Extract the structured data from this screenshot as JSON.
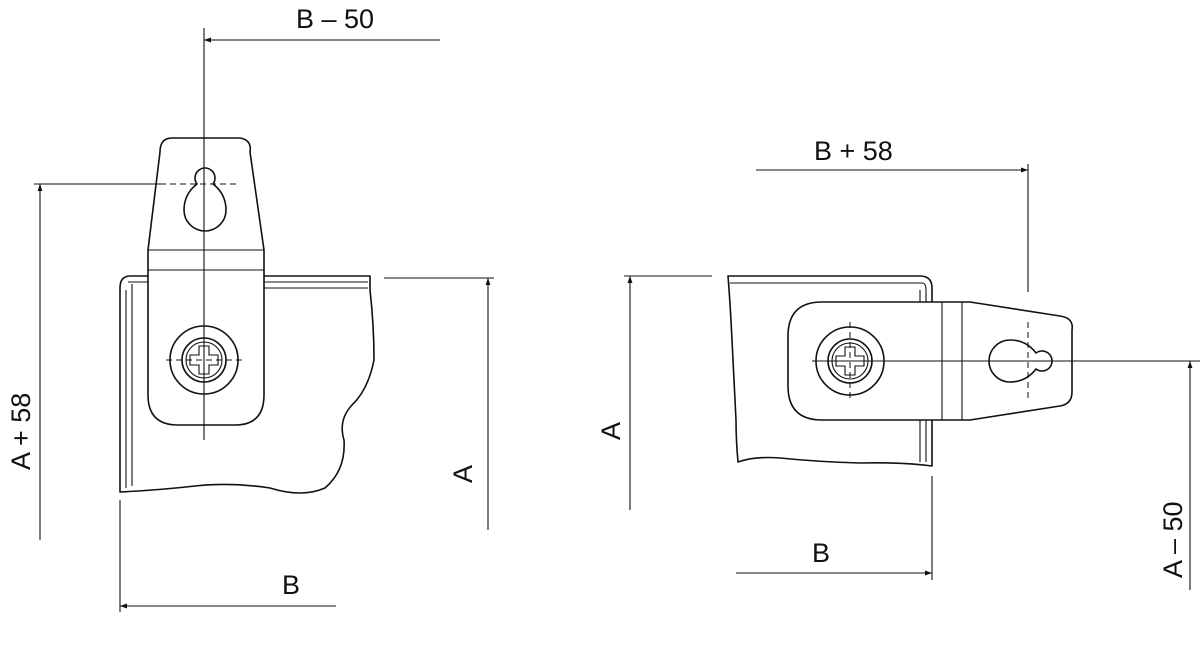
{
  "left_view": {
    "label_top": "B – 50",
    "label_left": "A + 58",
    "label_right": "A",
    "label_bottom": "B"
  },
  "right_view": {
    "label_top": "B + 58",
    "label_left": "A",
    "label_right": "A – 50",
    "label_bottom": "B"
  }
}
